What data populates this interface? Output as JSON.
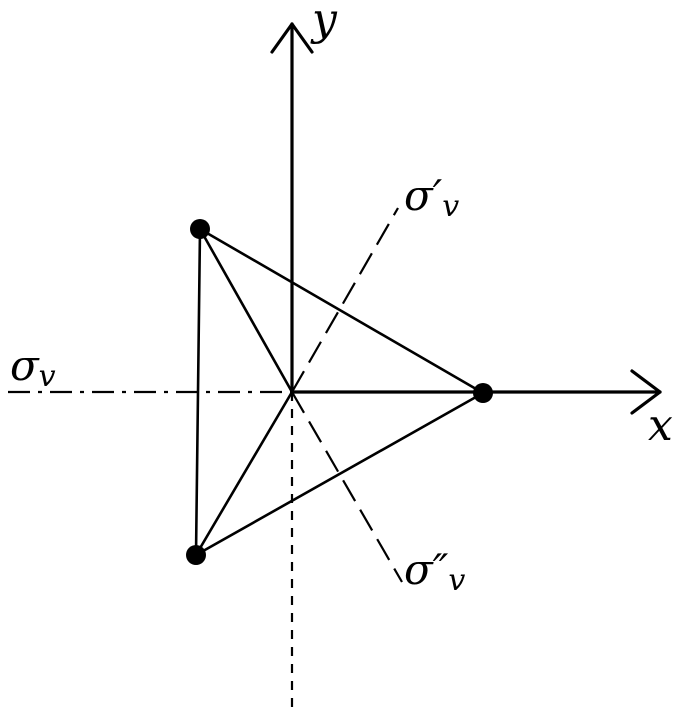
{
  "axes": {
    "x_label": "x",
    "y_label": "y"
  },
  "mirror_planes": [
    {
      "symbol": "σ",
      "prime": "",
      "subscript": "v",
      "line_style": "dash-dot"
    },
    {
      "symbol": "σ",
      "prime": "′",
      "subscript": "v",
      "line_style": "long-dash"
    },
    {
      "symbol": "σ",
      "prime": "″",
      "subscript": "v",
      "line_style": "long-dash"
    }
  ],
  "vertical_line_style": "short-dash",
  "atoms": 3,
  "colors": {
    "stroke": "#000000",
    "background": "#ffffff"
  }
}
